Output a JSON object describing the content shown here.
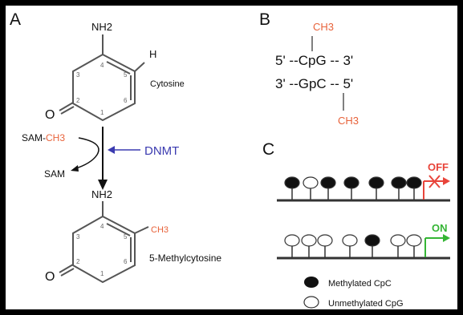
{
  "colors": {
    "frame": "#000000",
    "background": "#ffffff",
    "line": "#555555",
    "methyl": "#e8623a",
    "dnmt_arrow": "#3b3bb0",
    "off": "#e8443a",
    "on": "#35b535",
    "text": "#111111",
    "atom_num": "#666666"
  },
  "panel_a": {
    "letter": "A",
    "top_molecule": {
      "nh2": "NH2",
      "h": "H",
      "o": "O",
      "name": "Cytosine",
      "nums": [
        "4",
        "3",
        "5",
        "2",
        "6",
        "1"
      ]
    },
    "reaction": {
      "sam_prefix": "SAM-",
      "methyl": "CH3",
      "sam": "SAM",
      "enzyme": "DNMT"
    },
    "bottom_molecule": {
      "nh2": "NH2",
      "methyl": "CH3",
      "o": "O",
      "name": "5-Methylcytosine",
      "nums": [
        "4",
        "3",
        "5",
        "2",
        "6",
        "1"
      ]
    }
  },
  "panel_b": {
    "letter": "B",
    "top_methyl": "CH3",
    "strand_top": "5' --CpG -- 3'",
    "strand_bottom": "3' --GpC -- 5'",
    "bottom_methyl": "CH3"
  },
  "panel_c": {
    "letter": "C",
    "off_label": "OFF",
    "on_label": "ON",
    "row1_states": [
      true,
      false,
      true,
      true,
      true,
      true,
      true
    ],
    "row2_states": [
      false,
      false,
      false,
      false,
      true,
      false,
      false
    ],
    "legend": {
      "methylated": "Methylated CpC",
      "unmethylated": "Unmethylated CpG"
    }
  }
}
